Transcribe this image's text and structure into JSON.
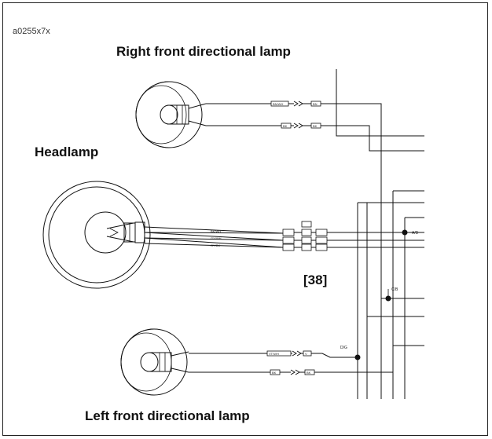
{
  "figure_code": "a0255x7x",
  "labels": {
    "right_front": "Right front directional lamp",
    "headlamp": "Headlamp",
    "left_front": "Left front directional lamp",
    "connector": "[38]"
  },
  "wire_colors": {
    "right_top": "BN/WH",
    "right_top_out": "BN",
    "right_bottom": "BK",
    "right_bottom_out": "BK",
    "head_1": "BK/WH",
    "head_2": "GY/WH",
    "head_3": "GY/BK",
    "left_top": "VT/WH",
    "left_top_out": "V",
    "left_bottom": "BK",
    "left_bottom_out": "BK"
  },
  "node_labels": {
    "n1": "A/B",
    "n2": "C/B",
    "n3": "D/G"
  }
}
